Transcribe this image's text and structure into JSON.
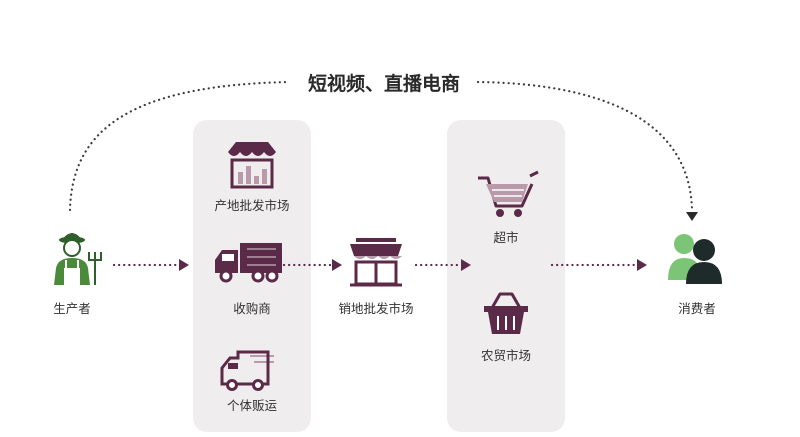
{
  "title": "短视频、直播电商",
  "nodes": {
    "producer": {
      "label": "生产者",
      "icon": "farmer-icon"
    },
    "wholesale_origin": {
      "label": "产地批发市场",
      "icon": "market-stall-icon"
    },
    "purchaser": {
      "label": "收购商",
      "icon": "truck-icon"
    },
    "individual_trader": {
      "label": "个体贩运",
      "icon": "delivery-van-icon"
    },
    "wholesale_sales": {
      "label": "销地批发市场",
      "icon": "storefront-icon"
    },
    "supermarket": {
      "label": "超市",
      "icon": "shopping-cart-icon"
    },
    "farmers_market": {
      "label": "农贸市场",
      "icon": "basket-icon"
    },
    "consumer": {
      "label": "消费者",
      "icon": "people-icon"
    }
  },
  "colors": {
    "primary": "#5a2a48",
    "secondary": "#b89aab",
    "panel": "#efedee",
    "consumer_dark": "#1f2a2a",
    "consumer_green": "#7cc576",
    "farmer_green": "#4a8a3a"
  }
}
